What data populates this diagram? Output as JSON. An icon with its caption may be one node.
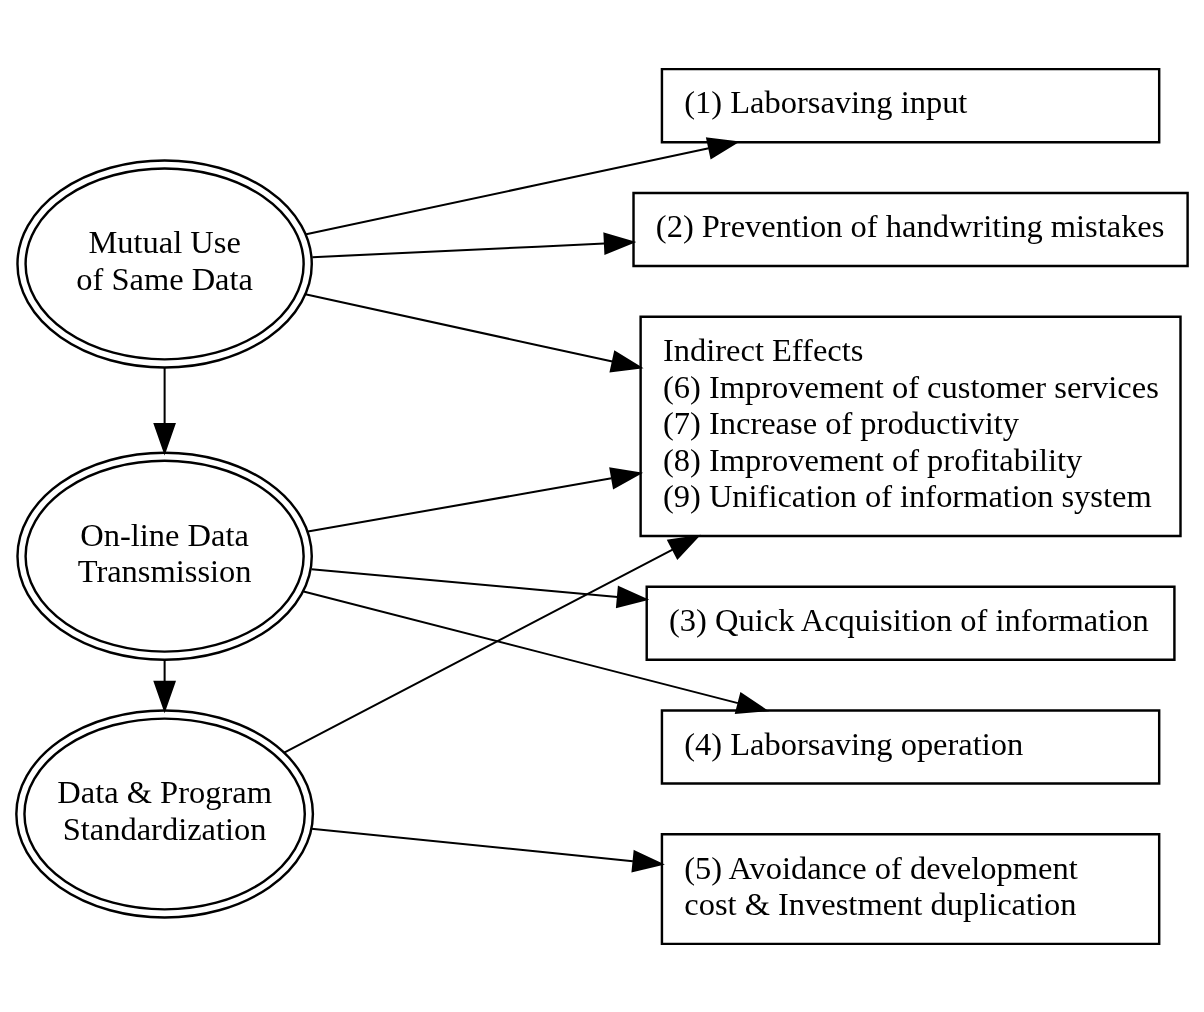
{
  "diagram": {
    "nodes": [
      {
        "text": [
          "Mutual Use of Same Data"
        ]
      },
      {
        "text": [
          "On-line Data Transmission"
        ]
      },
      {
        "text": [
          "Data & Program Standardization"
        ]
      },
      {
        "text": [
          "(1) Laborsaving input"
        ]
      },
      {
        "text": [
          "(2) Prevention of handwriting mistakes"
        ]
      },
      {
        "text": [
          "(3) Quick Acquisition of information"
        ]
      },
      {
        "text": [
          "(4) Laborsaving operation"
        ]
      },
      {
        "text": [
          "(5) Avoidance of development cost & Investment duplication"
        ]
      },
      {
        "text": [
          "Indirect Effects",
          "(6) Improvement of customer services",
          "(7) Increase of productivity",
          "(8) Improvement of profitability",
          "(9) Unification of information system"
        ]
      }
    ],
    "edges": [
      {
        "from": 0,
        "to": 1,
        "arrow": "to"
      },
      {
        "from": 1,
        "to": 2,
        "arrow": "to"
      },
      {
        "from": 0,
        "to": 3,
        "arrow": "to"
      },
      {
        "from": 0,
        "to": 4,
        "arrow": "to"
      },
      {
        "from": 0,
        "to": 8,
        "arrow": "to"
      },
      {
        "from": 1,
        "to": 5,
        "arrow": "to"
      },
      {
        "from": 1,
        "to": 6,
        "arrow": "to"
      },
      {
        "from": 1,
        "to": 8,
        "arrow": "to"
      },
      {
        "from": 2,
        "to": 7,
        "arrow": "to"
      },
      {
        "from": 2,
        "to": 8,
        "arrow": "to"
      }
    ]
  }
}
